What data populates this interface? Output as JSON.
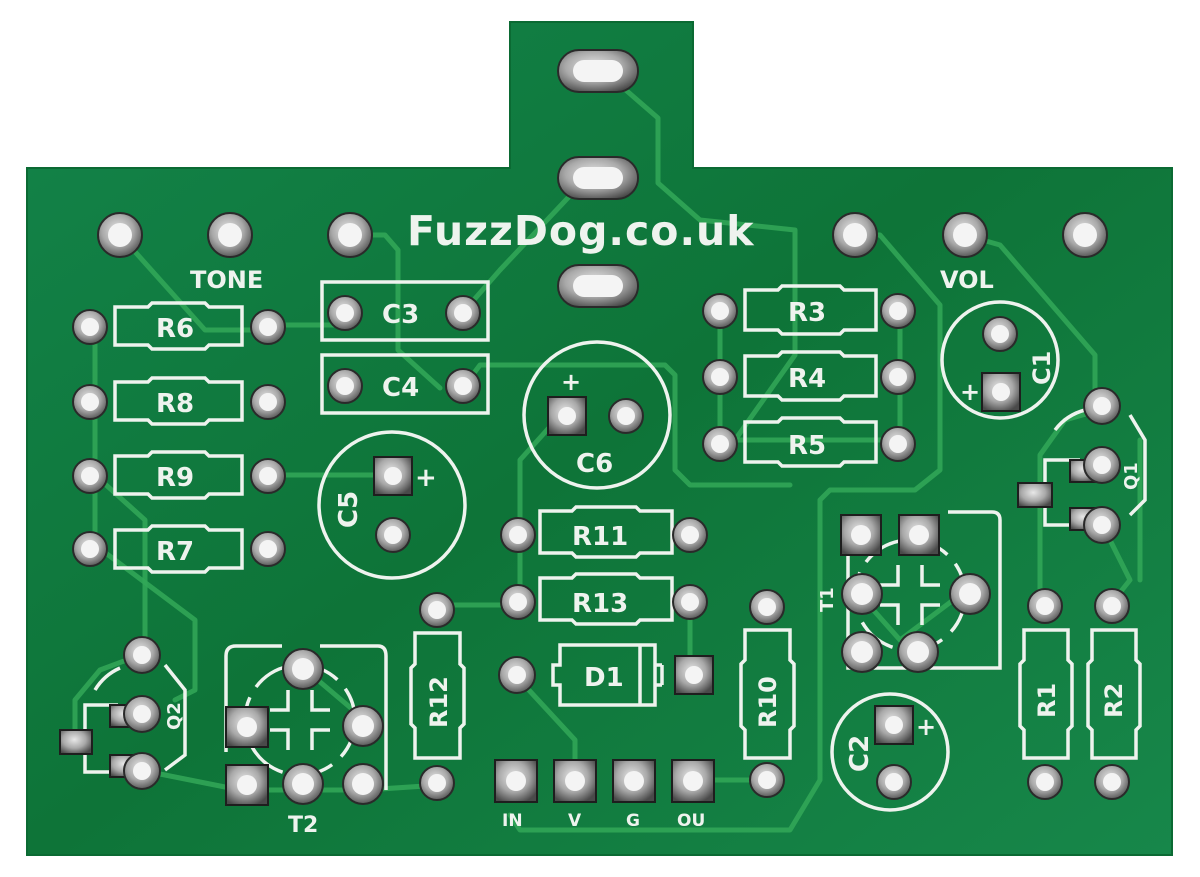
{
  "board": {
    "brand_text": "FuzzDog.co.uk",
    "colors": {
      "background": "#ffffff",
      "solder_mask": "#0f7a3a",
      "trace": "#32a858",
      "silkscreen": "#eef3ee",
      "pad_metal": "#b9b9b9"
    }
  },
  "labels": {
    "tone": "TONE",
    "vol": "VOL",
    "r6": "R6",
    "r8": "R8",
    "r9": "R9",
    "r7": "R7",
    "c3": "C3",
    "c4": "C4",
    "c5": "C5",
    "c6": "C6",
    "r3": "R3",
    "r4": "R4",
    "r5": "R5",
    "c1": "C1",
    "q1": "Q1",
    "q2": "Q2",
    "r11": "R11",
    "r13": "R13",
    "r12": "R12",
    "r10": "R10",
    "d1": "D1",
    "t1": "T1",
    "t2": "T2",
    "c2": "C2",
    "r1": "R1",
    "r2": "R2",
    "plus": "+",
    "io": {
      "in": "IN",
      "v": "V",
      "g": "G",
      "out": "OU"
    }
  }
}
